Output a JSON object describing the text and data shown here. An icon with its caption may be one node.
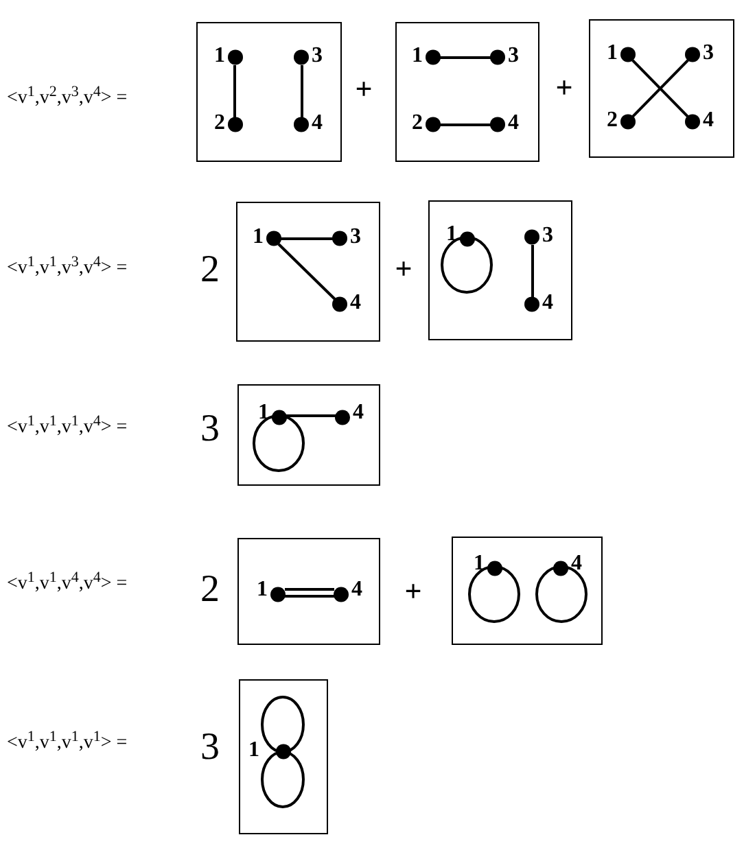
{
  "diagram": {
    "nodes": [
      {
        "text": [],
        "shape": "box"
      },
      {
        "text": [
          "1"
        ],
        "in": 0
      },
      {
        "text": [
          "3"
        ],
        "in": 0
      },
      {
        "text": [
          "2"
        ],
        "in": 0
      },
      {
        "text": [
          "4"
        ],
        "in": 0
      },
      {
        "text": [],
        "shape": "box"
      },
      {
        "text": [
          "1"
        ],
        "in": 5
      },
      {
        "text": [
          "3"
        ],
        "in": 5
      },
      {
        "text": [
          "2"
        ],
        "in": 5
      },
      {
        "text": [
          "4"
        ],
        "in": 5
      },
      {
        "text": [],
        "shape": "box"
      },
      {
        "text": [
          "1"
        ],
        "in": 10
      },
      {
        "text": [
          "3"
        ],
        "in": 10
      },
      {
        "text": [
          "2"
        ],
        "in": 10
      },
      {
        "text": [
          "4"
        ],
        "in": 10
      },
      {
        "text": [],
        "shape": "box"
      },
      {
        "text": [
          "1"
        ],
        "in": 15
      },
      {
        "text": [
          "3"
        ],
        "in": 15
      },
      {
        "text": [
          "4"
        ],
        "in": 15
      },
      {
        "text": [],
        "shape": "box"
      },
      {
        "text": [
          "1"
        ],
        "in": 19
      },
      {
        "text": [
          "3"
        ],
        "in": 19
      },
      {
        "text": [
          "4"
        ],
        "in": 19
      },
      {
        "text": [],
        "shape": "box"
      },
      {
        "text": [
          "1"
        ],
        "in": 23
      },
      {
        "text": [
          "4"
        ],
        "in": 23
      },
      {
        "text": [],
        "shape": "box"
      },
      {
        "text": [
          "1"
        ],
        "in": 26
      },
      {
        "text": [
          "4"
        ],
        "in": 26
      },
      {
        "text": [],
        "shape": "box"
      },
      {
        "text": [
          "1"
        ],
        "in": 29
      },
      {
        "text": [
          "4"
        ],
        "in": 29
      },
      {
        "text": [],
        "shape": "box"
      },
      {
        "text": [
          "1"
        ],
        "in": 32
      }
    ],
    "edges": [
      {
        "from": 1,
        "to": 3,
        "arrow": "none"
      },
      {
        "from": 2,
        "to": 4,
        "arrow": "none"
      },
      {
        "from": 6,
        "to": 7,
        "arrow": "none"
      },
      {
        "from": 8,
        "to": 9,
        "arrow": "none"
      },
      {
        "from": 13,
        "to": 12,
        "arrow": "none"
      },
      {
        "from": 11,
        "to": 14,
        "arrow": "none"
      },
      {
        "from": 16,
        "to": 17,
        "arrow": "none"
      },
      {
        "from": 16,
        "to": 18,
        "arrow": "none"
      },
      {
        "from": 20,
        "to": 20,
        "arrow": "none"
      },
      {
        "from": 21,
        "to": 22,
        "arrow": "none"
      },
      {
        "from": 24,
        "to": 24,
        "arrow": "none"
      },
      {
        "from": 24,
        "to": 25,
        "arrow": "none"
      },
      {
        "from": 27,
        "to": 28,
        "arrow": "none"
      },
      {
        "from": 27,
        "to": 28,
        "arrow": "none"
      },
      {
        "from": 30,
        "to": 30,
        "arrow": "none"
      },
      {
        "from": 31,
        "to": 31,
        "arrow": "none"
      },
      {
        "from": 33,
        "to": 33,
        "arrow": "none"
      },
      {
        "from": 33,
        "to": 33,
        "arrow": "none"
      }
    ],
    "labels": [
      "<v$^{1}$,v$^{2}$,v$^{3}$,v$^{4}$> =",
      "+",
      "+",
      "<v$^{1}$,v$^{1}$,v$^{3}$,v$^{4}$> =",
      "2",
      "+",
      "<v$^{1}$,v$^{1}$,v$^{1}$,v$^{4}$> =",
      "3",
      "<v$^{1}$,v$^{1}$,v$^{4}$,v$^{4}$> =",
      "2",
      "+",
      "<v$^{1}$,v$^{1}$,v$^{1}$,v$^{1}$> =",
      "3"
    ]
  }
}
